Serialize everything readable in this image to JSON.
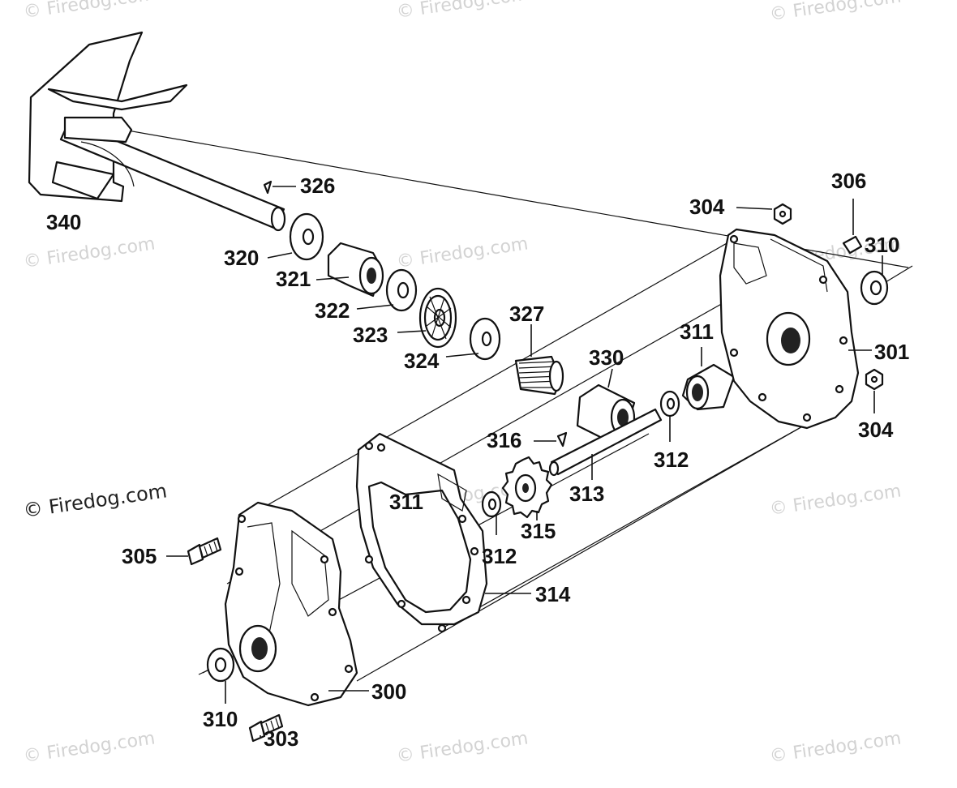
{
  "watermarks": {
    "faint": "© Firedog.com",
    "prominent": "© Firedog.com"
  },
  "callouts": {
    "p300": "300",
    "p301": "301",
    "p303": "303",
    "p304a": "304",
    "p304b": "304",
    "p305": "305",
    "p306": "306",
    "p310a": "310",
    "p310b": "310",
    "p311a": "311",
    "p311b": "311",
    "p312a": "312",
    "p312b": "312",
    "p313": "313",
    "p314": "314",
    "p315": "315",
    "p316": "316",
    "p320": "320",
    "p321": "321",
    "p322": "322",
    "p323": "323",
    "p324": "324",
    "p326": "326",
    "p327": "327",
    "p330": "330",
    "p340": "340"
  }
}
